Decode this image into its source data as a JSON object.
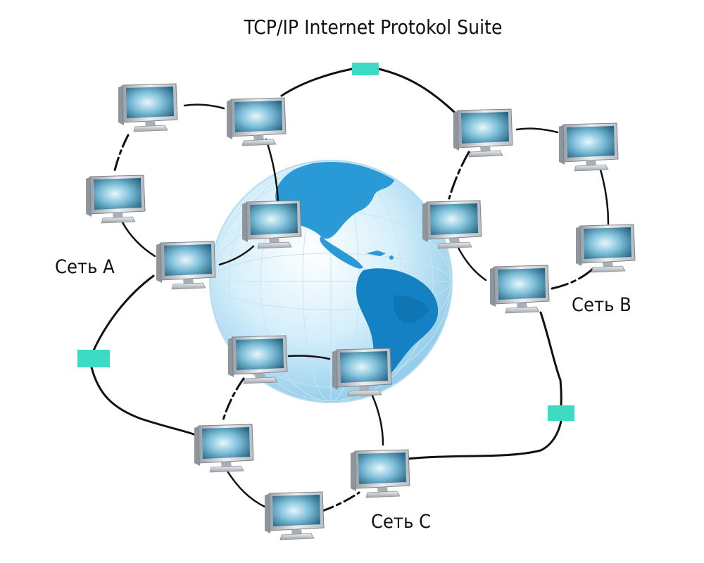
{
  "title": "TCP/IP Internet Protokol Suite",
  "networks": [
    {
      "id": "A",
      "label": "Сеть A"
    },
    {
      "id": "B",
      "label": "Сеть B"
    },
    {
      "id": "C",
      "label": "Сеть C"
    }
  ],
  "colors": {
    "background": "#ffffff",
    "link": "#111111",
    "router": "#3ddbc4",
    "ocean_light": "#e6f5fc",
    "ocean_mid": "#9fd3ee",
    "land": "#1a8fd0",
    "land_dark": "#0e6fae",
    "screen": "#6fb2cf",
    "monitor_body": "#cfd2d6"
  },
  "icons": {
    "computer": "desktop-computer-icon",
    "router": "router-icon",
    "globe": "globe-icon"
  }
}
